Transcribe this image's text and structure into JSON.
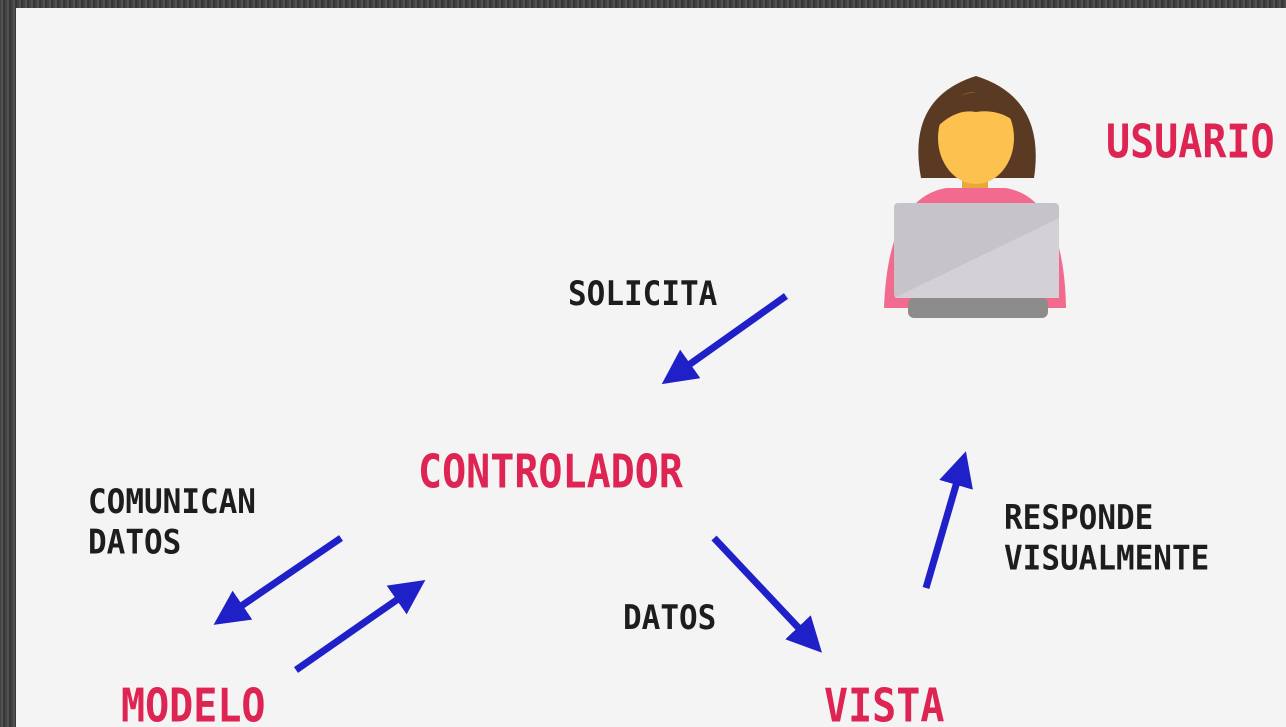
{
  "nodes": {
    "usuario": "USUARIO",
    "controlador": "CONTROLADOR",
    "modelo": "MODELO",
    "vista": "VISTA"
  },
  "edges": {
    "solicita": "SOLICITA",
    "comunican_datos": "COMUNICAN\nDATOS",
    "datos": "DATOS",
    "responde_visualmente": "RESPONDE\nVISUALMENTE"
  },
  "colors": {
    "node_text": "#dd2452",
    "edge_text": "#1d1d1d",
    "arrow": "#2020c8",
    "background": "#f4f4f4",
    "user_skin": "#fcc14f",
    "user_hair": "#5a3a22",
    "user_shirt": "#f26b8f",
    "laptop": "#c6c4c8"
  },
  "icons": [
    "user-at-laptop-icon"
  ]
}
